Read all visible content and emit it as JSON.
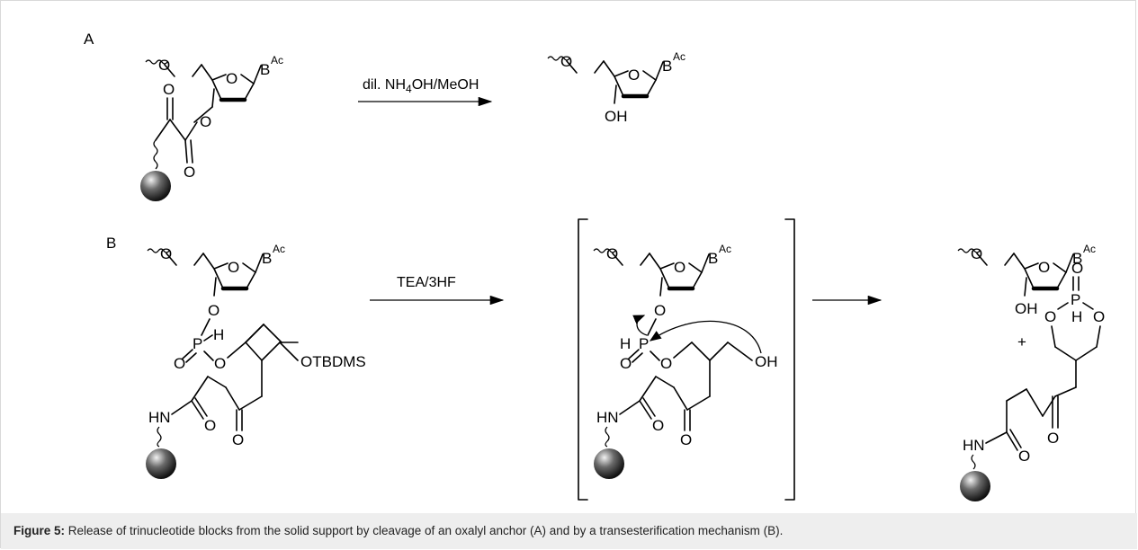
{
  "panels": {
    "a": "A",
    "b": "B"
  },
  "atoms": {
    "o": "O",
    "b": "B",
    "ac": "Ac",
    "oh": "OH",
    "h": "H",
    "p": "P",
    "hn": "HN",
    "otbdms": "OTBDMS",
    "plus": "+"
  },
  "reagents": {
    "a_pre": "dil. NH",
    "a_sub": "4",
    "a_post": "OH/MeOH",
    "b": "TEA/3HF"
  },
  "caption": {
    "label": "Figure 5:",
    "text": " Release of trinucleotide blocks from the solid support by cleavage of an oxalyl anchor (A) and by a transesterification mechanism (B)."
  }
}
